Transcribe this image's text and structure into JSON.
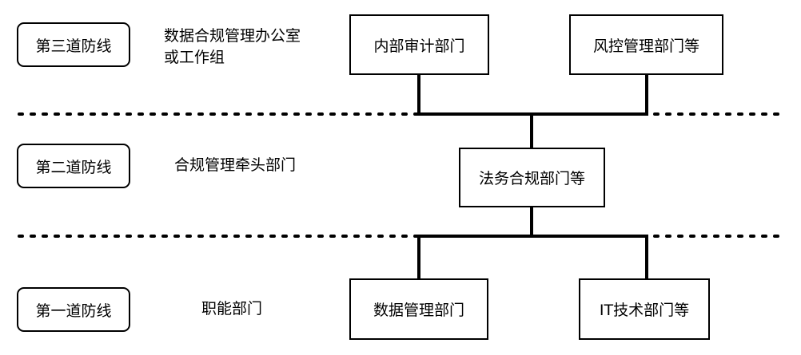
{
  "lines_of_defense": [
    {
      "label": "第三道防线",
      "description": "数据合规管理办公室",
      "description_line2": "或工作组"
    },
    {
      "label": "第二道防线",
      "description": "合规管理牵头部门"
    },
    {
      "label": "第一道防线",
      "description": "职能部门"
    }
  ],
  "departments": {
    "internal_audit": "内部审计部门",
    "risk_control": "风控管理部门等",
    "legal_compliance": "法务合规部门等",
    "data_management": "数据管理部门",
    "it_tech": "IT技术部门等"
  }
}
